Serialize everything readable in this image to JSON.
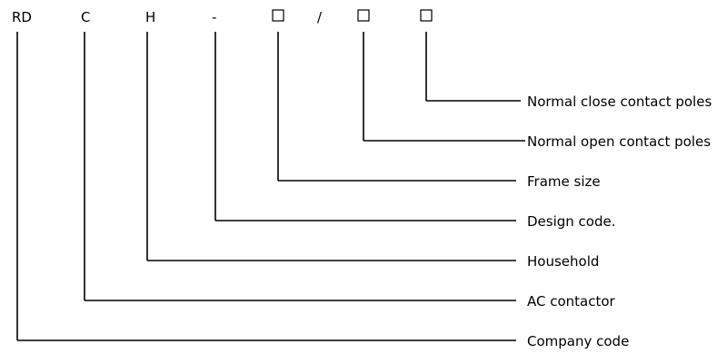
{
  "code_segments": [
    {
      "text": "RD"
    },
    {
      "text": "C"
    },
    {
      "text": "H"
    },
    {
      "text": "-"
    },
    {
      "text": "",
      "box": true
    },
    {
      "text": "/"
    },
    {
      "text": "",
      "box": true
    },
    {
      "text": "",
      "box": true
    }
  ],
  "labels": [
    {
      "text": "Normal close contact poles",
      "segment": 7
    },
    {
      "text": "Normal open contact poles",
      "segment": 6
    },
    {
      "text": "Frame size",
      "segment": 4
    },
    {
      "text": "Design code.",
      "segment": 3
    },
    {
      "text": "Household",
      "segment": 2
    },
    {
      "text": "AC contactor",
      "segment": 1
    },
    {
      "text": "Company code",
      "segment": 0
    }
  ],
  "colors": {
    "ink": "#000000",
    "background": "#ffffff"
  }
}
